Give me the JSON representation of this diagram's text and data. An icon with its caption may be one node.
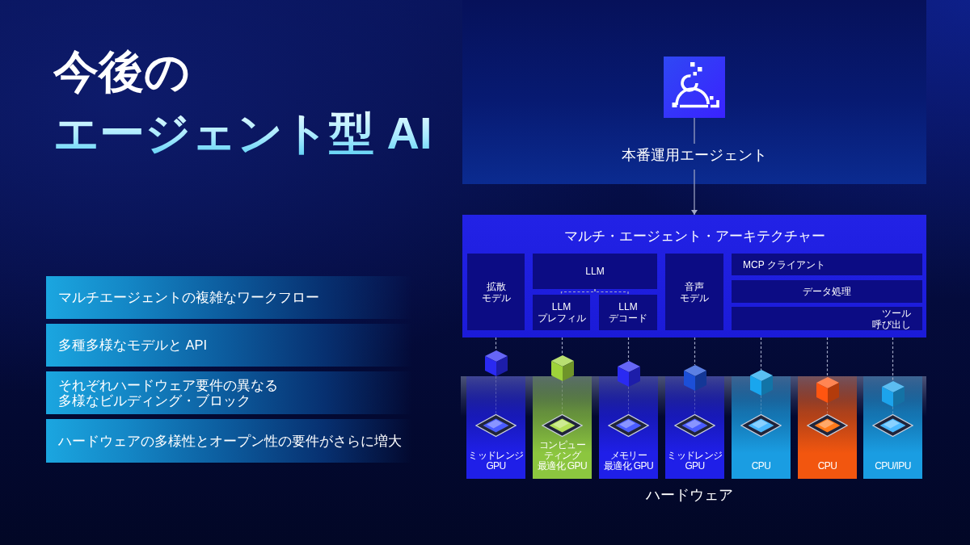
{
  "diagram": {
    "title": "今後のエージェント型 AI",
    "nodes": [
      {
        "text": [
          "マルチエージェントの複雑なワークフロー"
        ]
      },
      {
        "text": [
          "多種多様なモデルと API"
        ]
      },
      {
        "text": [
          "それぞれハードウェア要件の異なる多様なビルディング・ブロック"
        ]
      },
      {
        "text": [
          "ハードウェアの多様性とオープン性の要件がさらに増大"
        ]
      },
      {
        "text": [
          "本番運用エージェント"
        ]
      },
      {
        "text": [],
        "shape": "picture",
        "in": 4
      },
      {
        "text": [
          "マルチ・エージェント・アーキテクチャー"
        ]
      },
      {
        "text": [
          "拡散モデル"
        ],
        "in": 6
      },
      {
        "text": [
          "LLM"
        ],
        "in": 6
      },
      {
        "text": [
          "LLM プレフィル"
        ],
        "in": 6
      },
      {
        "text": [
          "LLM デコード"
        ],
        "in": 6
      },
      {
        "text": [
          "音声モデル"
        ],
        "in": 6
      },
      {
        "text": [
          "MCP クライアント"
        ],
        "in": 6
      },
      {
        "text": [
          "データ処理"
        ],
        "in": 6
      },
      {
        "text": [
          "ツール呼び出し"
        ],
        "in": 6
      },
      {
        "text": [
          "ミッドレンジ GPU"
        ]
      },
      {
        "text": [
          "コンピューティング最適化 GPU"
        ]
      },
      {
        "text": [
          "メモリー最適化 GPU"
        ]
      },
      {
        "text": [
          "ミッドレンジ GPU"
        ]
      },
      {
        "text": [
          "CPU"
        ]
      },
      {
        "text": [
          "CPU"
        ]
      },
      {
        "text": [
          "CPU/IPU"
        ]
      },
      {
        "text": [],
        "shape": "cube"
      },
      {
        "text": [],
        "shape": "cube"
      },
      {
        "text": [],
        "shape": "cube"
      },
      {
        "text": [],
        "shape": "cube"
      },
      {
        "text": [],
        "shape": "cube"
      },
      {
        "text": [],
        "shape": "cube",
        "in": 20
      },
      {
        "text": [],
        "shape": "cube",
        "in": 21
      }
    ],
    "edges": [
      {
        "from": 5,
        "to": 6,
        "arrow": "to"
      },
      {
        "from": 8,
        "to": 9,
        "arrow": "none",
        "style": "dashed"
      },
      {
        "from": 8,
        "to": 10,
        "arrow": "none",
        "style": "dashed"
      },
      {
        "from": 6,
        "to": 22,
        "arrow": "none",
        "style": "dashed"
      },
      {
        "from": 6,
        "to": 23,
        "arrow": "none",
        "style": "dashed"
      },
      {
        "from": 6,
        "to": 24,
        "arrow": "none",
        "style": "dashed"
      },
      {
        "from": 6,
        "to": 25,
        "arrow": "none",
        "style": "dashed"
      },
      {
        "from": 6,
        "to": 26,
        "arrow": "none",
        "style": "dashed"
      },
      {
        "from": 6,
        "to": 27,
        "arrow": "none",
        "style": "dashed"
      },
      {
        "from": 6,
        "to": 28,
        "arrow": "none",
        "style": "dashed"
      }
    ],
    "labels": [
      "ハードウェア"
    ]
  }
}
